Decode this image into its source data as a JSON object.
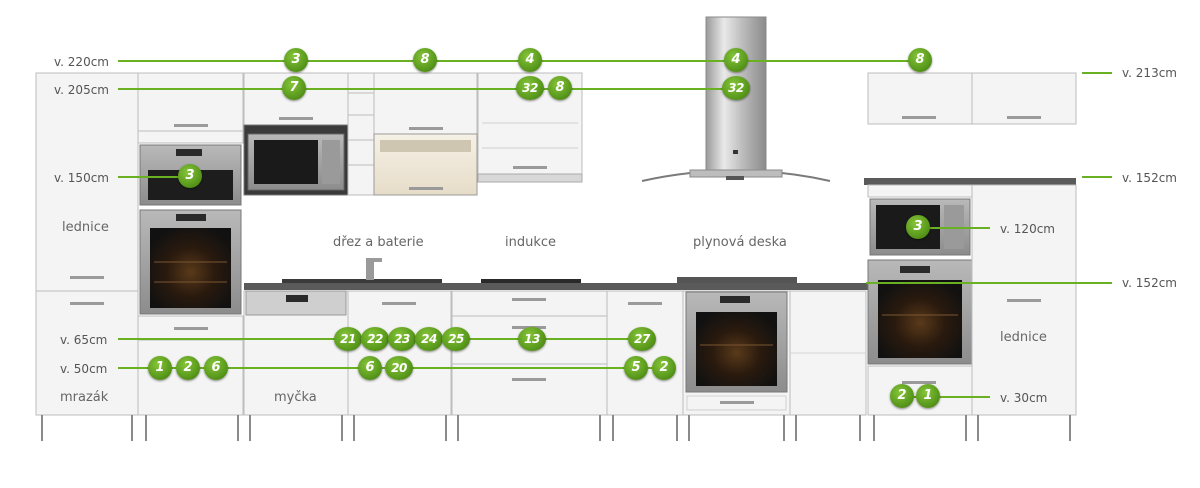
{
  "height_labels": {
    "h220": "v. 220cm",
    "h205": "v. 205cm",
    "h150": "v. 150cm",
    "h65": "v. 65cm",
    "h50": "v. 50cm",
    "h213": "v. 213cm",
    "h152_top": "v. 152cm",
    "h120": "v. 120cm",
    "h152_counter": "v. 152cm",
    "h30": "v. 30cm"
  },
  "captions": {
    "fridge_left": "lednice",
    "freezer": "mrazák",
    "dishwasher": "myčka",
    "sink": "dřez a baterie",
    "induction": "indukce",
    "gas_hob": "plynová deska",
    "fridge_right": "lednice"
  },
  "markers": {
    "row_220": [
      "3",
      "8",
      "4",
      "4",
      "8"
    ],
    "row_205": [
      "7",
      "32",
      "8",
      "32"
    ],
    "row_150": [
      "3"
    ],
    "row_120": [
      "3"
    ],
    "row_65": [
      "21",
      "22",
      "23",
      "24",
      "25",
      "13",
      "27"
    ],
    "row_50": [
      "1",
      "2",
      "6",
      "6",
      "20",
      "5",
      "2"
    ],
    "row_30": [
      "2",
      "1"
    ]
  },
  "colors": {
    "line": "#6ab023",
    "badge": "#5a9a1c",
    "cabinet": "#f4f4f4",
    "worktop": "#5a5a5a",
    "appliance": "#8e8e8e"
  }
}
